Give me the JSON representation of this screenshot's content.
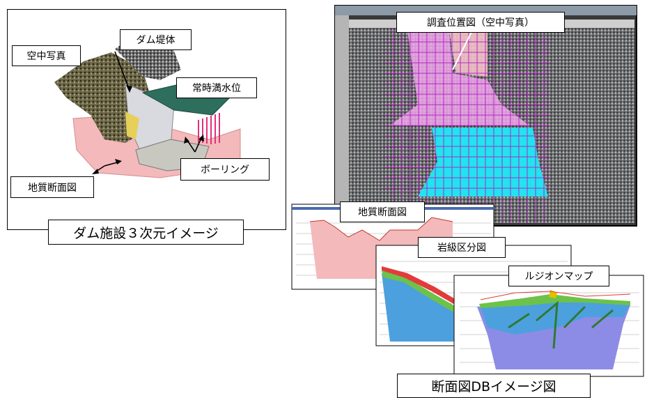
{
  "left_panel": {
    "caption": "ダム施設３次元イメージ",
    "labels": {
      "aerial_photo": "空中写真",
      "dam_body": "ダム堤体",
      "normal_water_level": "常時満水位",
      "boring": "ボーリング",
      "geologic_section": "地質断面図"
    }
  },
  "survey_window": {
    "title": "調査位置図（空中写真）"
  },
  "section_db": {
    "caption": "断面図DBイメージ図",
    "sheets": {
      "geologic_section": "地質断面図",
      "rock_class": "岩級区分図",
      "lugeon_map": "ルジオンマップ"
    }
  },
  "colors": {
    "pink_section": "#f3b9bb",
    "water_green": "#2e6e5c",
    "cyan_zone": "#22e3ef",
    "magenta_grid": "#b21fc4",
    "lilac_zone": "#f0a4ec",
    "blue_rock": "#4ca0de",
    "purple_rock": "#8c8ce6",
    "green_rock": "#6cc24a",
    "red_line": "#e23b3b"
  }
}
